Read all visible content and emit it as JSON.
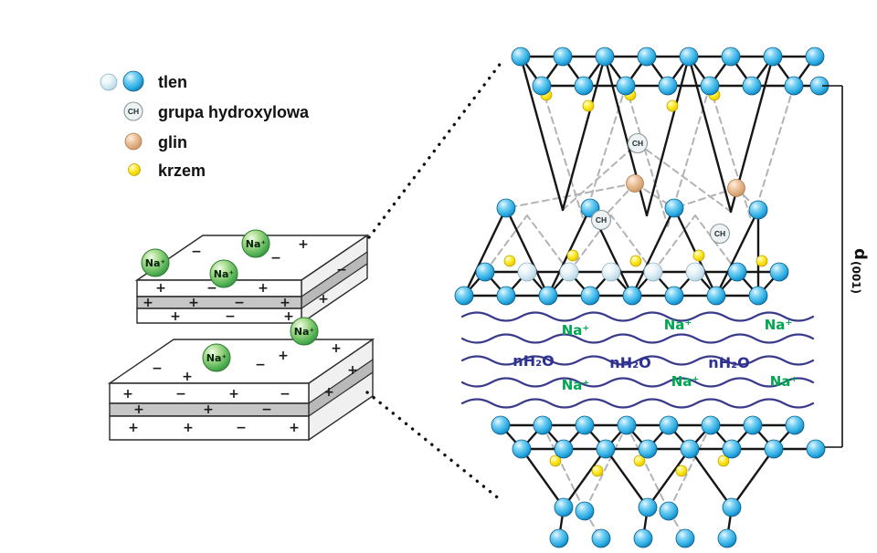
{
  "legend": {
    "items": [
      {
        "id": "tlen",
        "label": "tlen"
      },
      {
        "id": "grupa-hydroxylowa",
        "label": "grupa hydroxylowa"
      },
      {
        "id": "glin",
        "label": "glin"
      },
      {
        "id": "krzem",
        "label": "krzem"
      }
    ]
  },
  "labels": {
    "na": "Na⁺",
    "water": "nH₂O",
    "ch": "CH",
    "plus": "+",
    "minus": "−",
    "d": "d",
    "d_sub": "(001)"
  },
  "colors": {
    "oxygen": "#29abe2",
    "oxygen_pale": "#cfe6f2",
    "hydroxyl": "#eef2f3",
    "aluminum": "#dcaa7c",
    "silicon": "#ffe600",
    "sodium_sphere": "#5cb85c",
    "sodium_text": "#00a651",
    "water_text": "#2e3192",
    "layer_gray": "#c6c6c6"
  }
}
